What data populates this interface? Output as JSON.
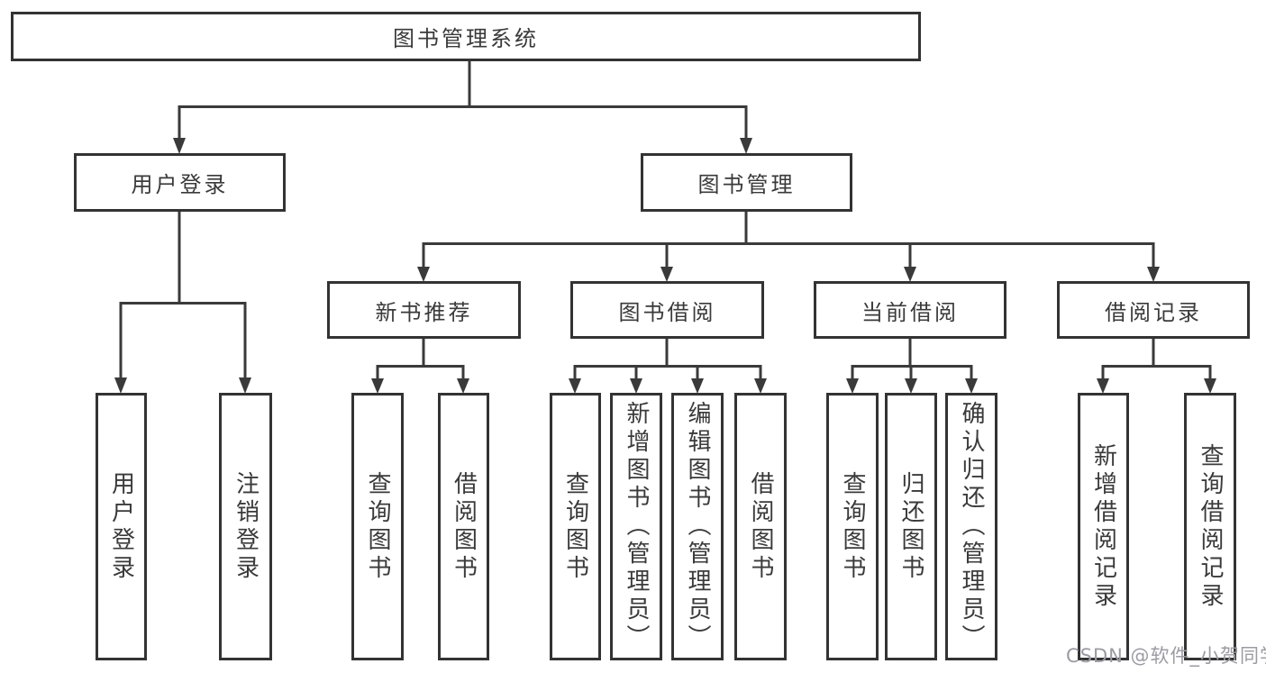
{
  "diagram": {
    "title": "图书管理系统",
    "root": {
      "label": "图书管理系统"
    },
    "level2": [
      {
        "label": "用户登录"
      },
      {
        "label": "图书管理"
      }
    ],
    "level3": [
      {
        "label": "新书推荐"
      },
      {
        "label": "图书借阅"
      },
      {
        "label": "当前借阅"
      },
      {
        "label": "借阅记录"
      }
    ],
    "leaves": {
      "user_login": [
        {
          "label": "用户登录"
        },
        {
          "label": "注销登录"
        }
      ],
      "new_books": [
        {
          "label": "查询图书"
        },
        {
          "label": "借阅图书"
        }
      ],
      "book_borrow": [
        {
          "label": "查询图书"
        },
        {
          "label": "新增图书（管理员）"
        },
        {
          "label": "编辑图书（管理员）"
        },
        {
          "label": "借阅图书"
        }
      ],
      "current_borrow": [
        {
          "label": "查询图书"
        },
        {
          "label": "归还图书"
        },
        {
          "label": "确认归还（管理员）"
        }
      ],
      "borrow_records": [
        {
          "label": "新增借阅记录"
        },
        {
          "label": "查询借阅记录"
        }
      ]
    },
    "colors": {
      "line": "#3a3a3a",
      "border": "#333333",
      "text": "#3a3a3a",
      "watermark": "#9b9ba3"
    }
  },
  "watermark": {
    "text": "CSDN @软件_小贺同学"
  }
}
